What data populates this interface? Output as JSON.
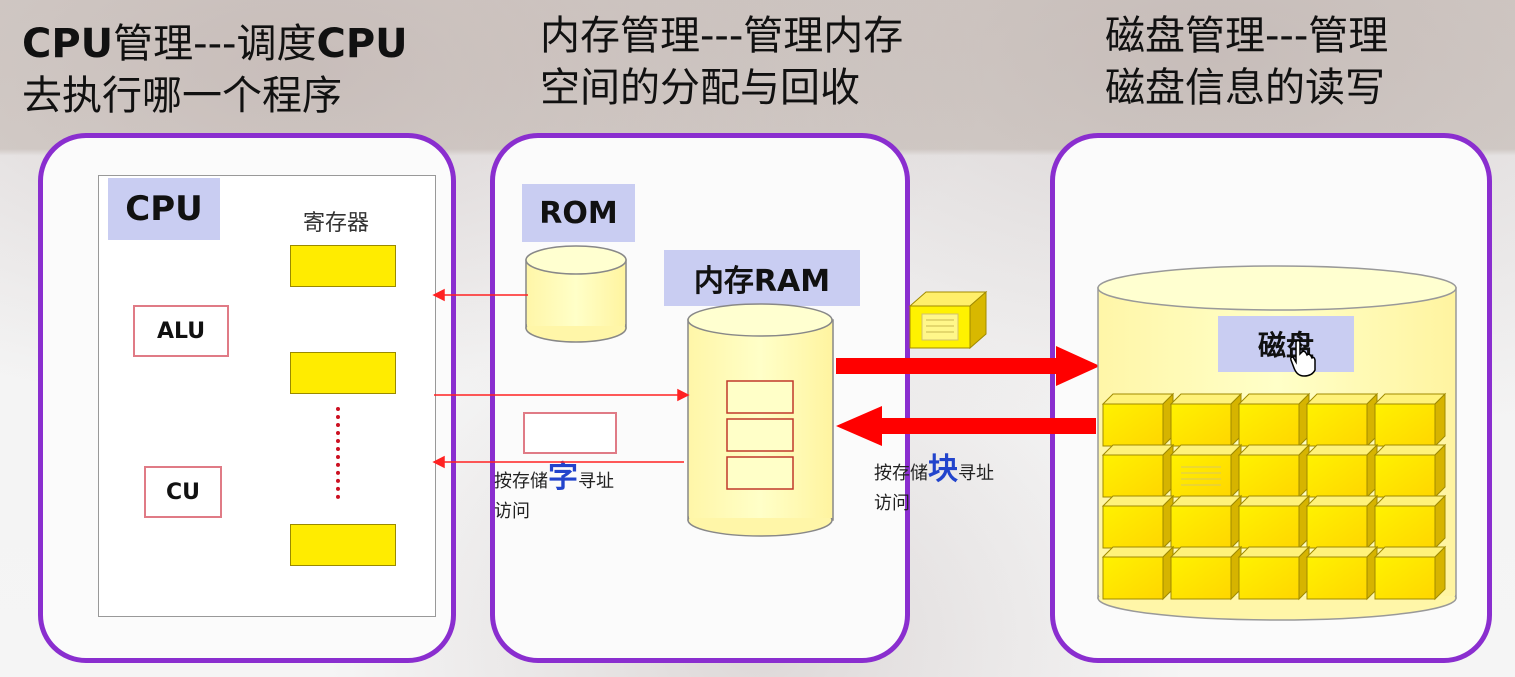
{
  "titles": {
    "cpu": {
      "bold1": "CPU",
      "mid": "管理---调度",
      "bold2": "CPU",
      "line2": "去执行哪一个程序"
    },
    "memory": {
      "line1": "内存管理---管理内存",
      "line2": "空间的分配与回收"
    },
    "disk": {
      "line1": "磁盘管理---管理",
      "line2": "磁盘信息的读写"
    }
  },
  "cpu_panel": {
    "label": "CPU",
    "registers_label": "寄存器",
    "alu": "ALU",
    "cu": "CU"
  },
  "memory_panel": {
    "rom_label": "ROM",
    "ram_label": "内存RAM",
    "note": {
      "pre": "按存储",
      "big": "字",
      "post": "寻址",
      "line2": "访问"
    }
  },
  "disk_panel": {
    "label": "磁盘",
    "note": {
      "pre": "按存储",
      "big": "块",
      "post": "寻址",
      "line2": "访问"
    }
  },
  "colors": {
    "section_border": "#8a2ecf",
    "label_bg": "#c9cdf2",
    "register": "#ffec00",
    "arrow": "#ff0000",
    "cylinder": "#ffffaa"
  }
}
